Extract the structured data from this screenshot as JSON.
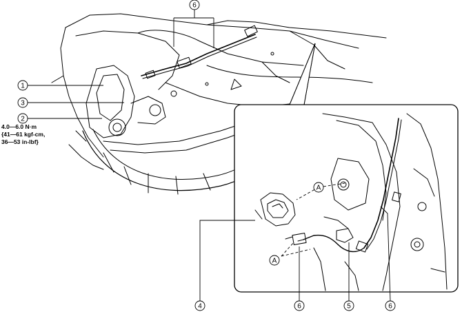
{
  "callouts": {
    "c1": "1",
    "c2": "2",
    "c3": "3",
    "c4": "4",
    "c5": "5",
    "c6_top": "6",
    "c6_bottom_left": "6",
    "c6_bottom_right": "6"
  },
  "markers": {
    "a_upper": "A",
    "a_lower": "A"
  },
  "torque_spec": {
    "line1": "4.0—6.0 N·m",
    "line2": "{41—61 kgf-cm,",
    "line3": "36—53 in-lbf}"
  }
}
